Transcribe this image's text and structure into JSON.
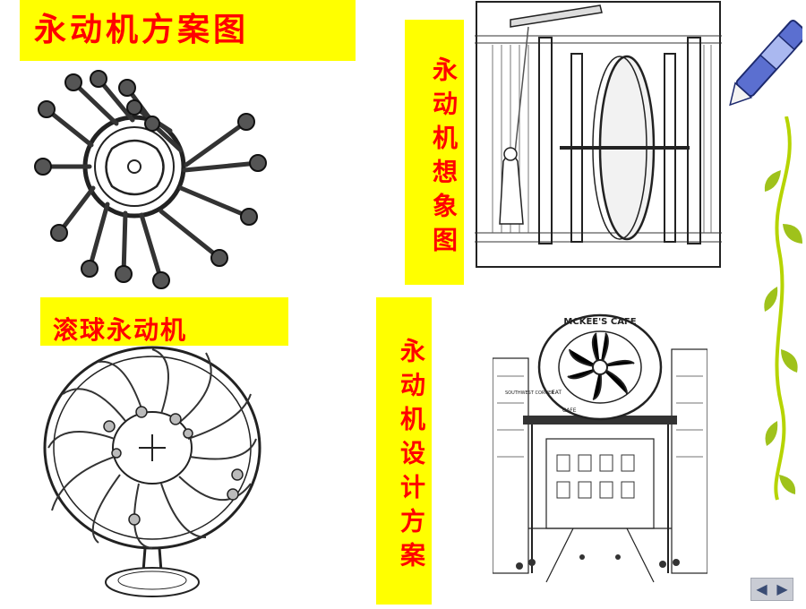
{
  "labels": {
    "main_title": "永动机方案图",
    "imagine": "永动机想象图",
    "rolling_ball": "滚球永动机",
    "design": "永动机设计方案"
  },
  "signs": {
    "top": "MCKEE'S CAFE",
    "side_left": "SOUTHWEST CORNER",
    "board": "EAT",
    "board2": "CAFE"
  },
  "nav": {
    "prev": "◀",
    "next": "▶"
  },
  "colors": {
    "label_bg": "#ffff00",
    "label_text": "#ff0000",
    "vine": "#b6d400"
  }
}
